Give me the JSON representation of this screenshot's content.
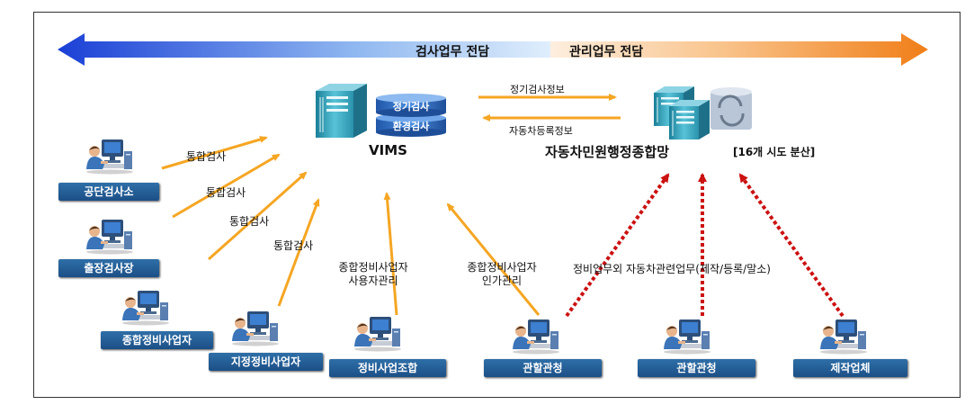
{
  "banner": {
    "left_label": "검사업무 전담",
    "right_label": "관리업무 전담",
    "left_color": "#1a3fd6",
    "right_color": "#f08a24"
  },
  "vims": {
    "title": "VIMS",
    "db_top": "정기검사",
    "db_bottom": "환경검사"
  },
  "admin_net": {
    "title": "자동차민원행정종합망",
    "subtitle": "[16개 시도 분산]"
  },
  "flows": {
    "periodic_info": "정기검사정보",
    "registration_info": "자동차등록정보",
    "integrated_1": "통합검사",
    "integrated_2": "통합검사",
    "integrated_3": "통합검사",
    "integrated_4": "통합검사",
    "user_mgmt": [
      "종합정비사업자",
      "사용자관리"
    ],
    "license_mgmt": [
      "종합정비사업자",
      "인가관리"
    ],
    "other_tasks": "정비업무외 자동차관련업무(제작/등록/말소)"
  },
  "nodes": {
    "gongdan": "공단검사소",
    "chuljang": "출장검사장",
    "jonghap": "종합정비사업자",
    "jijeong": "지정정비사업자",
    "johap": "정비사업조합",
    "gwanhal1": "관할관청",
    "gwanhal2": "관할관청",
    "jejak": "제작업체"
  },
  "colors": {
    "orange_arrow": "#f5a623",
    "red_dotted": "#cc1111",
    "tag_blue": "#1c4f86"
  }
}
